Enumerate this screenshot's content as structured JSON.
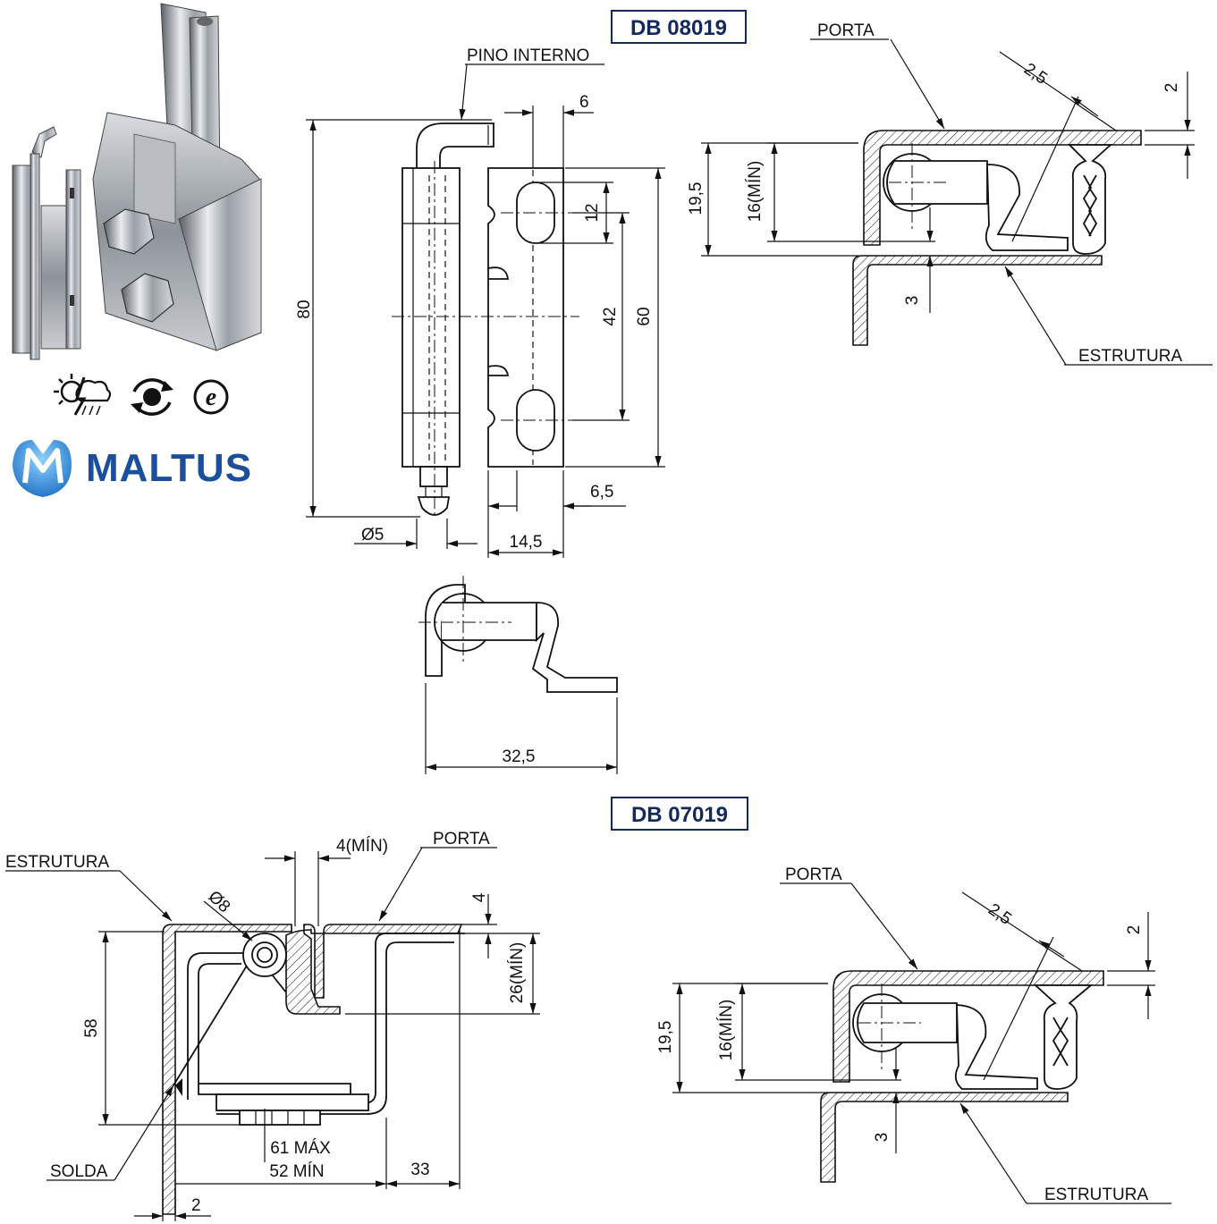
{
  "brand": {
    "name": "MALTUS",
    "primary_color": "#1b4f9c",
    "accent_color": "#4aa3e0"
  },
  "icons": [
    "weather-resistant-icon",
    "rotation-icon",
    "e-coat-icon"
  ],
  "drawing_top": {
    "code": "DB 08019",
    "front_view": {
      "labels": {
        "inner_pin": "PINO INTERNO"
      },
      "dims": {
        "height": "80",
        "plate_height": "60",
        "hole_spacing": "42",
        "slot_length": "12",
        "slot_width": "6",
        "pin_diameter": "Ø5",
        "plate_width": "14,5",
        "offset": "6,5"
      }
    },
    "top_view": {
      "dims": {
        "width": "32,5"
      }
    },
    "section": {
      "labels": {
        "door": "PORTA",
        "structure": "ESTRUTURA"
      },
      "dims": {
        "gap": "2,5",
        "thickness": "2",
        "total": "19,5",
        "min_depth": "16(MÍN)",
        "clearance": "3"
      }
    }
  },
  "drawing_bottom": {
    "code": "DB 07019",
    "assembly": {
      "labels": {
        "structure": "ESTRUTURA",
        "door": "PORTA",
        "weld": "SOLDA"
      },
      "dims": {
        "min_gap": "4(MÍN)",
        "hole": "Ø8",
        "height": "58",
        "offset": "4",
        "min_depth": "26(MÍN)",
        "max_span": "61 MÁX",
        "min_span": "52 MÍN",
        "side": "33",
        "thickness": "2"
      }
    },
    "section": {
      "labels": {
        "door": "PORTA",
        "structure": "ESTRUTURA"
      },
      "dims": {
        "gap": "2,5",
        "thickness": "2",
        "total": "19,5",
        "min_depth": "16(MÍN)",
        "clearance": "3"
      }
    }
  }
}
